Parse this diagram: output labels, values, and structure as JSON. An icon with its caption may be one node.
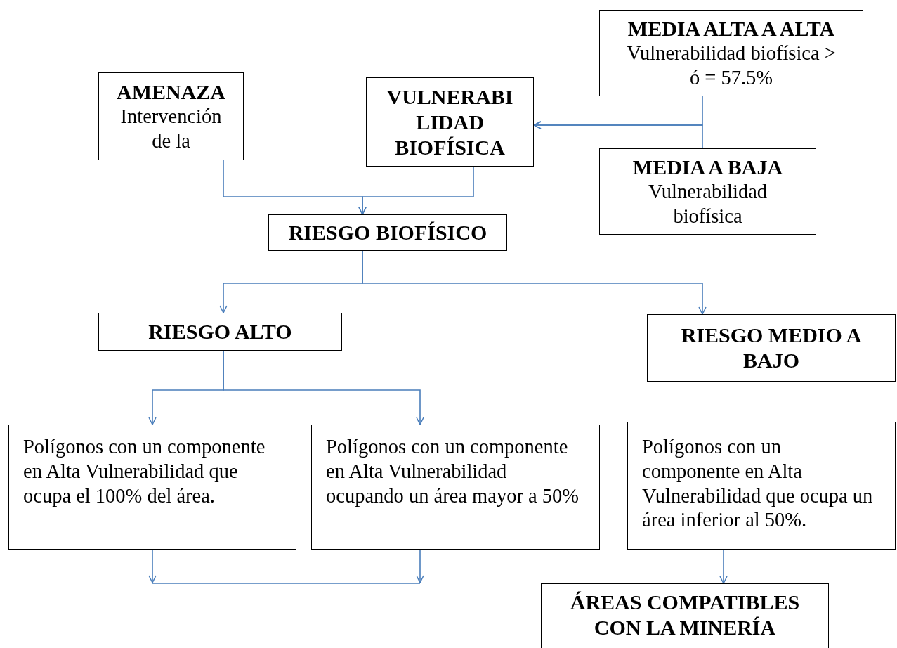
{
  "diagram": {
    "nodes": [
      {
        "text": [
          "AMENAZA",
          "Intervención de la"
        ]
      },
      {
        "text": [
          "VULNERABI LIDAD BIOFÍSICA"
        ]
      },
      {
        "text": [
          "MEDIA ALTA A ALTA",
          "Vulnerabilidad biofísica > ó = 57.5%"
        ]
      },
      {
        "text": [
          "MEDIA A BAJA",
          "Vulnerabilidad biofísica"
        ]
      },
      {
        "text": [
          "RIESGO BIOFÍSICO"
        ]
      },
      {
        "text": [
          "RIESGO ALTO"
        ]
      },
      {
        "text": [
          "RIESGO MEDIO A BAJO"
        ]
      },
      {
        "text": [
          "Polígonos con un componente en Alta Vulnerabilidad que ocupa el 100%  del área."
        ]
      },
      {
        "text": [
          "Polígonos con un componente en Alta Vulnerabilidad ocupando un área mayor  a 50%"
        ]
      },
      {
        "text": [
          "Polígonos con un componente en Alta Vulnerabilidad que ocupa un área inferior al 50%."
        ]
      },
      {
        "text": [
          "ÁREAS COMPATIBLES CON LA MINERÍA"
        ]
      }
    ],
    "edges": [
      {
        "from": 0,
        "to": 4,
        "arrow": "to"
      },
      {
        "from": 1,
        "to": 4,
        "arrow": "to"
      },
      {
        "from": 2,
        "to": 1,
        "arrow": "to"
      },
      {
        "from": 3,
        "to": 1,
        "arrow": "to"
      },
      {
        "from": 4,
        "to": 5,
        "arrow": "to"
      },
      {
        "from": 4,
        "to": 6,
        "arrow": "to"
      },
      {
        "from": 5,
        "to": 7,
        "arrow": "to"
      },
      {
        "from": 5,
        "to": 8,
        "arrow": "to"
      },
      {
        "from": 7,
        "to": null,
        "arrow": "to"
      },
      {
        "from": 8,
        "to": null,
        "arrow": "to"
      },
      {
        "from": 9,
        "to": 10,
        "arrow": "to"
      }
    ]
  }
}
